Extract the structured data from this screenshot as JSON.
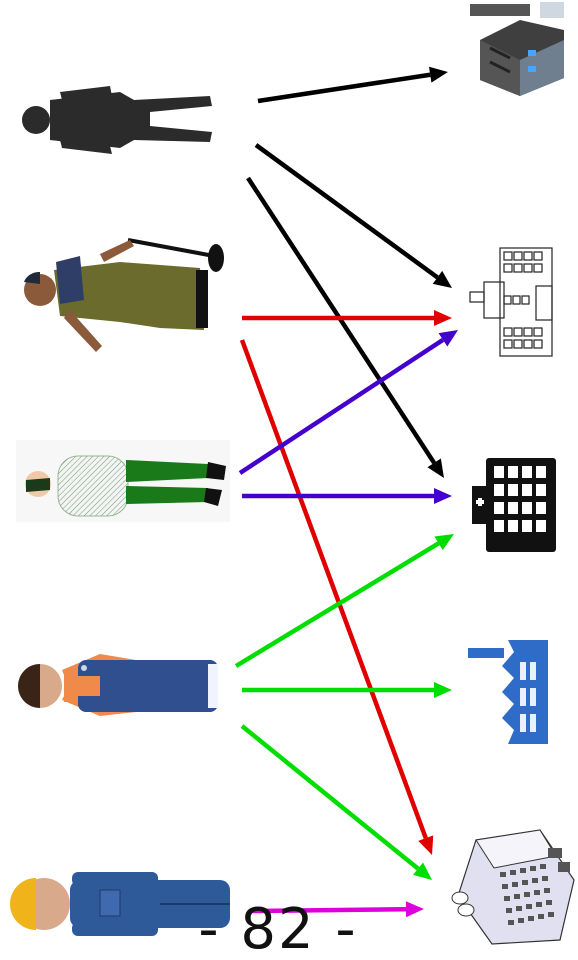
{
  "page_number": "- 82 -",
  "people": [
    {
      "id": "silhouette-man",
      "icon": "silhouette-person-icon"
    },
    {
      "id": "cart-pusher",
      "icon": "worker-pushing-cart-icon"
    },
    {
      "id": "casual-man",
      "icon": "man-in-green-pants-icon"
    },
    {
      "id": "overalls-worker",
      "icon": "worker-in-overalls-icon"
    },
    {
      "id": "hardhat-worker",
      "icon": "worker-with-hardhat-icon"
    }
  ],
  "buildings": [
    {
      "id": "factory",
      "icon": "factory-building-icon"
    },
    {
      "id": "office",
      "icon": "office-building-icon"
    },
    {
      "id": "hospital",
      "icon": "hospital-building-icon"
    },
    {
      "id": "plant",
      "icon": "plant-building-icon"
    },
    {
      "id": "tower",
      "icon": "tower-building-icon"
    }
  ],
  "arrows": [
    {
      "from": "silhouette-man",
      "to": "factory",
      "color": "#000000"
    },
    {
      "from": "silhouette-man",
      "to": "office",
      "color": "#000000"
    },
    {
      "from": "silhouette-man",
      "to": "hospital",
      "color": "#000000"
    },
    {
      "from": "cart-pusher",
      "to": "office",
      "color": "#e00000"
    },
    {
      "from": "cart-pusher",
      "to": "tower",
      "color": "#e00000"
    },
    {
      "from": "casual-man",
      "to": "office",
      "color": "#4400cc"
    },
    {
      "from": "casual-man",
      "to": "hospital",
      "color": "#4400cc"
    },
    {
      "from": "overalls-worker",
      "to": "hospital",
      "color": "#00dd00"
    },
    {
      "from": "overalls-worker",
      "to": "plant",
      "color": "#00dd00"
    },
    {
      "from": "overalls-worker",
      "to": "tower",
      "color": "#00dd00"
    },
    {
      "from": "hardhat-worker",
      "to": "tower",
      "color": "#dd00dd"
    }
  ]
}
